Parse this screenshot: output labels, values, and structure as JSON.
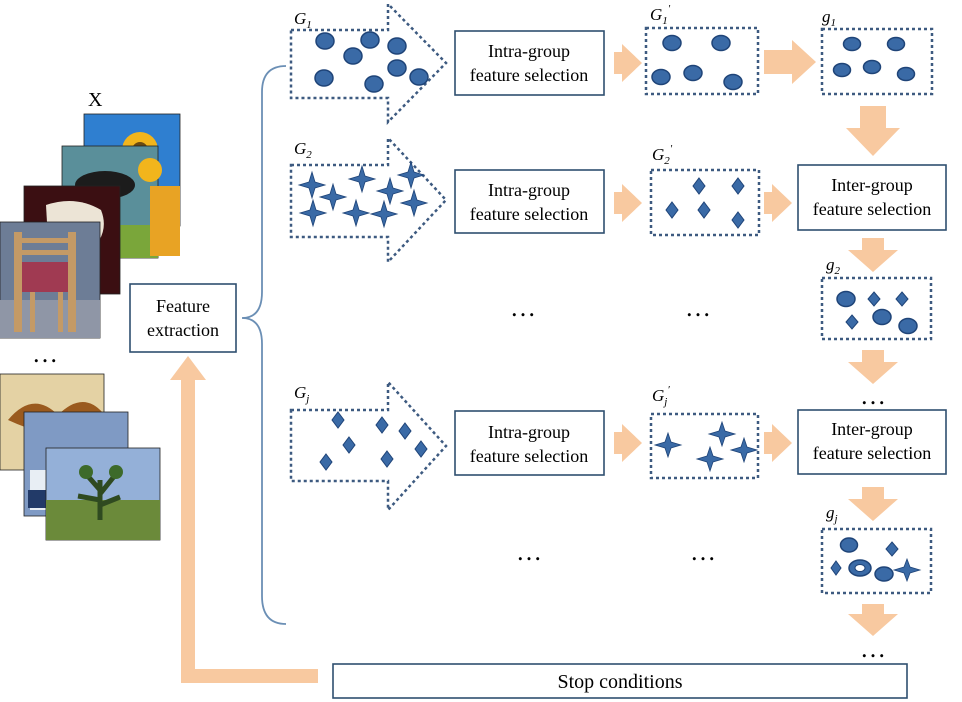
{
  "colors": {
    "arrow": "#f8c9a0",
    "shape_fill": "#3a6aa6",
    "shape_stroke": "#1f4478",
    "dotted": "#3d5a80",
    "box_border": "#2f4f6f",
    "bracket": "#6b8fb5"
  },
  "images_label": "X",
  "images_ellipsis": "…",
  "feature_extraction": {
    "line1": "Feature",
    "line2": "extraction"
  },
  "intra_label": {
    "line1": "Intra-group",
    "line2": "feature selection"
  },
  "inter_label": {
    "line1": "Inter-group",
    "line2": "feature selection"
  },
  "groups": [
    {
      "name": "G",
      "sub": "1",
      "shape": "circle"
    },
    {
      "name": "G",
      "sub": "2",
      "shape": "star"
    },
    {
      "name": "G",
      "sub": "j",
      "shape": "diamond"
    }
  ],
  "selected": [
    {
      "name": "G",
      "sub": "1",
      "prime": "′"
    },
    {
      "name": "G",
      "sub": "2",
      "prime": "′"
    },
    {
      "name": "G",
      "sub": "j",
      "prime": "′"
    }
  ],
  "outputs": [
    {
      "name": "g",
      "sub": "1"
    },
    {
      "name": "g",
      "sub": "2"
    },
    {
      "name": "g",
      "sub": "j"
    }
  ],
  "ellipsis": "…",
  "stop_conditions": "Stop conditions"
}
